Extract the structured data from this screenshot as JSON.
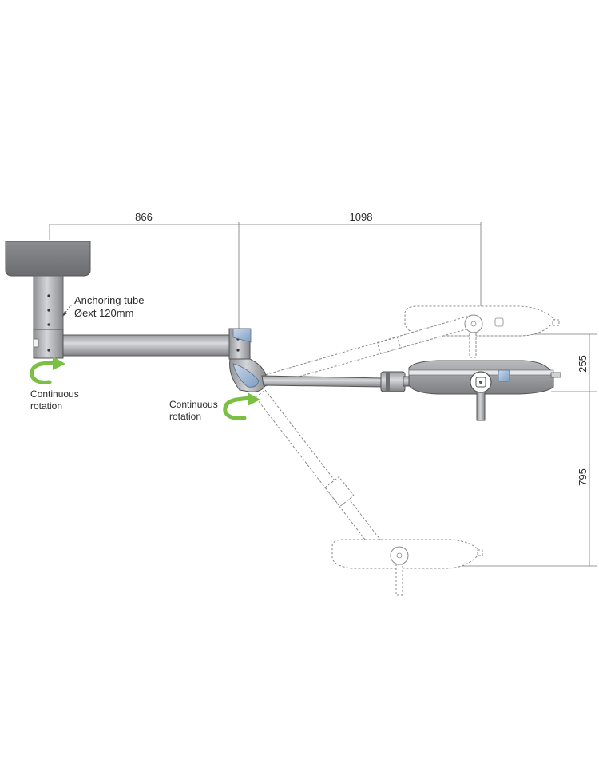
{
  "dimensions": {
    "arm1_length": "866",
    "arm2_length": "1098",
    "height_up": "255",
    "height_down": "795"
  },
  "labels": {
    "anchoring_tube_line1": "Anchoring tube",
    "anchoring_tube_line2": "Øext 120mm",
    "rotation_left_line1": "Continuous",
    "rotation_left_line2": "rotation",
    "rotation_center_line1": "Continuous",
    "rotation_center_line2": "rotation"
  },
  "colors": {
    "arrow_green": "#7bbf44",
    "metal_dark": "#7d7f82",
    "metal_light": "#c4c6c9",
    "joint_blue": "#9fb8d6"
  },
  "icons": {
    "rotation_arrow": "curved-arrow-icon"
  }
}
